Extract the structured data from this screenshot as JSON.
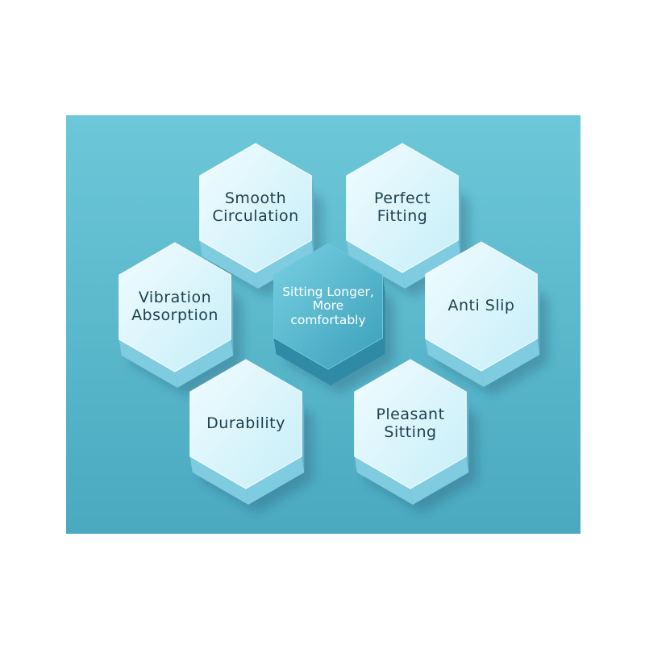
{
  "colors": {
    "panel_top": "#6cc8d8",
    "panel_bottom": "#4aa9c0",
    "hex_top_light": "#f1fcff",
    "hex_top_dark": "#c6eef8",
    "hex_side": "#7fcbe0",
    "hex_side_dark": "#62b4cc",
    "center_top_light": "#78d0e2",
    "center_top_dark": "#3b9fba",
    "text_dark": "#1d3f4e",
    "text_light": "#ffffff"
  },
  "diagram": {
    "center": {
      "label": "Sitting Longer,\nMore\ncomfortably"
    },
    "hexagons": [
      {
        "label": "Smooth\nCirculation"
      },
      {
        "label": "Perfect\nFitting"
      },
      {
        "label": "Vibration\nAbsorption"
      },
      {
        "label": "Anti Slip"
      },
      {
        "label": "Durability"
      },
      {
        "label": "Pleasant\nSitting"
      }
    ]
  }
}
